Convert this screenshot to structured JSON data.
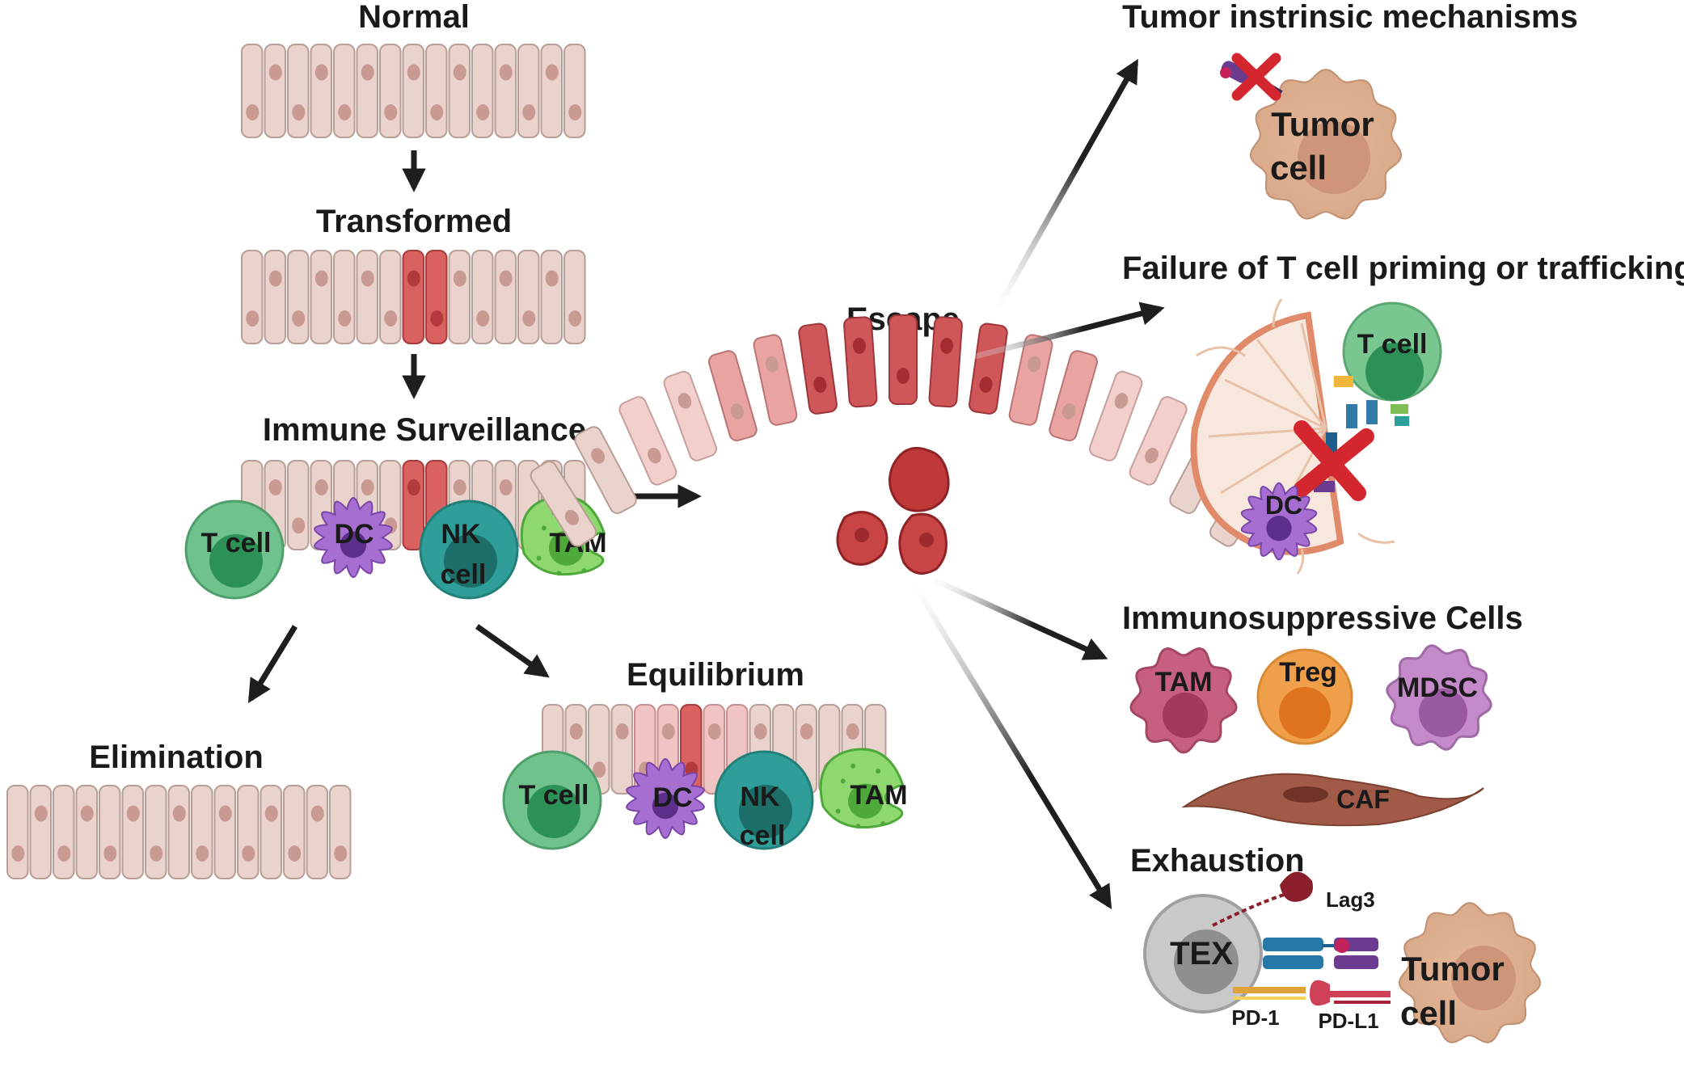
{
  "stages": {
    "normal": "Normal",
    "transformed": "Transformed",
    "surveillance": "Immune Surveillance",
    "elimination": "Elimination",
    "equilibrium": "Equilibrium",
    "escape": "Escape"
  },
  "mechanisms": {
    "intrinsic": "Tumor instrinsic mechanisms",
    "priming": "Failure of T cell priming or trafficking",
    "suppressive": "Immunosuppressive Cells",
    "exhaustion": "Exhaustion"
  },
  "cells": {
    "tcell": "T cell",
    "dc": "DC",
    "nk_line1": "NK",
    "nk_line2": "cell",
    "tam": "TAM",
    "treg": "Treg",
    "mdsc": "MDSC",
    "caf": "CAF",
    "tex": "TEX",
    "tumor_line1": "Tumor",
    "tumor_line2": "cell"
  },
  "molecules": {
    "lag3": "Lag3",
    "pd1": "PD-1",
    "pdl1": "PD-L1"
  },
  "colors": {
    "epithelium": "#e9d3cc",
    "transformed": "#d9615f",
    "tcell": "#6fc28c",
    "dc": "#a66ed0",
    "nk": "#2f9e98",
    "tam_green": "#8fd86f",
    "tam_pink": "#c7607e",
    "treg": "#f0a04a",
    "mdsc": "#c48ac9",
    "tumor": "#d8aa8a",
    "tex": "#b9b9b9",
    "caf": "#a05a47"
  }
}
